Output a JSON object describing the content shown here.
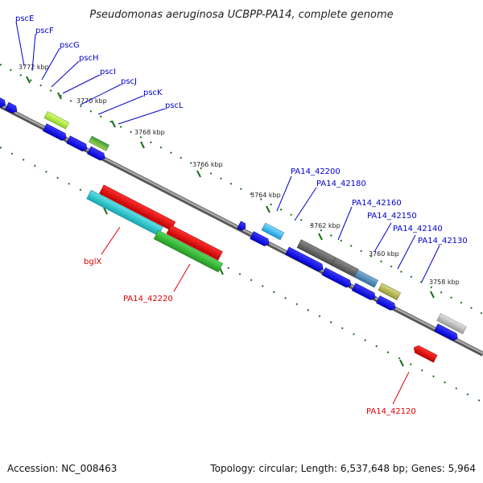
{
  "title": "Pseudomonas aeruginosa UCBPP-PA14, complete genome",
  "footer": {
    "accession": "Accession: NC_008463",
    "summary": "Topology: circular; Length: 6,537,648 bp; Genes: 5,964"
  },
  "ruler_labels": [
    "3772 kbp",
    "3770 kbp",
    "3768 kbp",
    "3766 kbp",
    "3764 kbp",
    "3762 kbp",
    "3760 kbp",
    "3758 kbp"
  ],
  "gene_labels_top": [
    "pscE",
    "pscF",
    "pscG",
    "pscH",
    "pscI",
    "pscJ",
    "pscK",
    "pscL",
    "PA14_42200",
    "PA14_42180",
    "PA14_42160",
    "PA14_42150",
    "PA14_42140",
    "PA14_42130"
  ],
  "gene_labels_bottom": [
    "bglX",
    "PA14_42220",
    "PA14_42120"
  ],
  "colors": {
    "forward_gene": "#0a0aee",
    "reverse_gene": "#e00000",
    "top_label": "#0000cc",
    "bottom_label": "#dd0000",
    "ruler_tick": "#1a6e1a",
    "backbone": "#777777"
  }
}
